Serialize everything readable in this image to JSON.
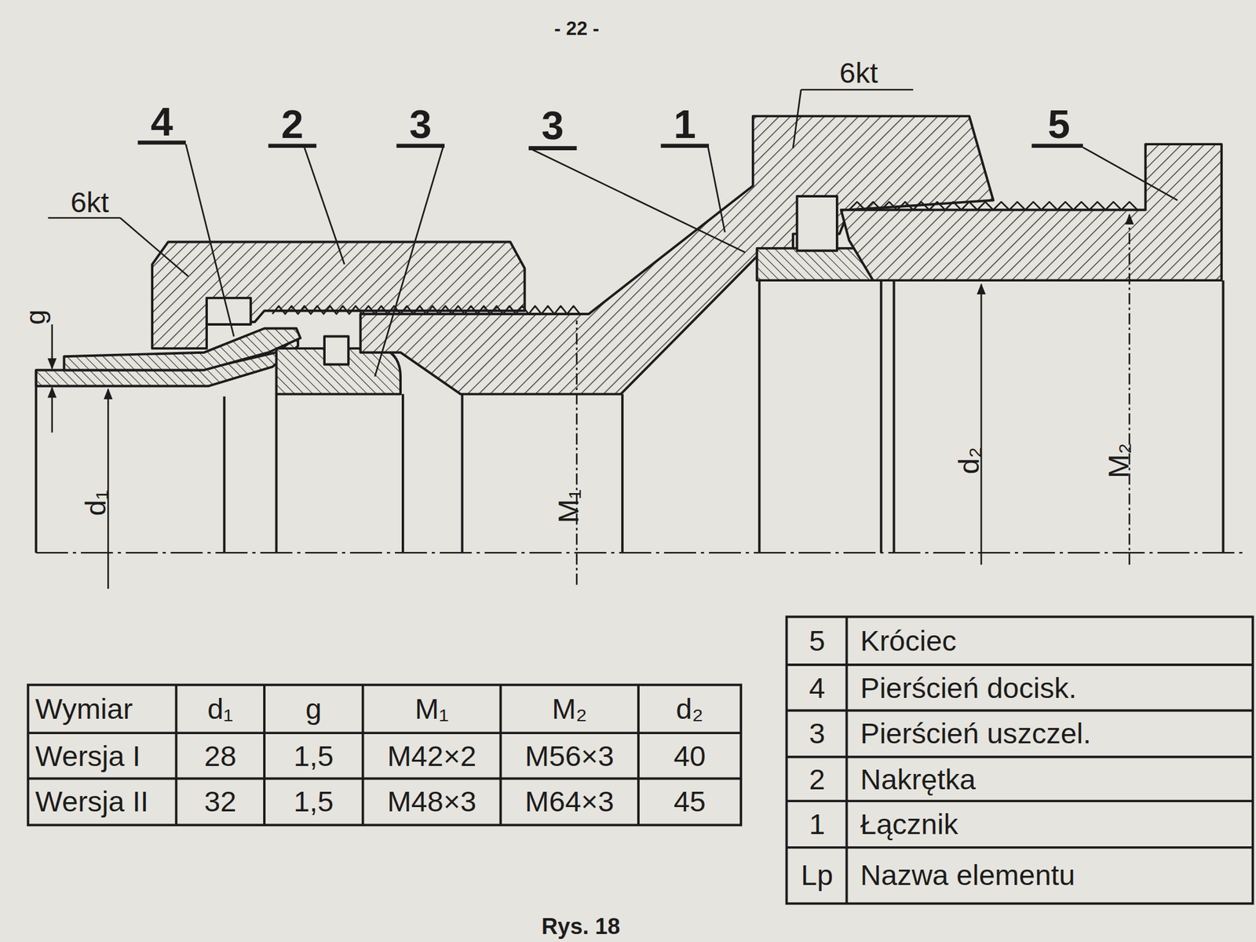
{
  "diagram": {
    "caption": "Rys. 18",
    "labels": [
      "- 22 -",
      "4",
      "2",
      "3",
      "3",
      "1",
      "6kt",
      "5",
      "6kt",
      "g",
      "d₁",
      "M₁",
      "d₂",
      "M₂",
      "5",
      "Króciec",
      "4",
      "Pierścień docisk.",
      "3",
      "Pierścień uszczel.",
      "2",
      "Nakrętka",
      "1",
      "Łącznik",
      "Lp",
      "Nazwa elementu",
      "Wymiar",
      "d₁",
      "g",
      "M₁",
      "M₂",
      "d₂",
      "Wersja I",
      "28",
      "1,5",
      "M42×2",
      "M56×3",
      "40",
      "Wersja II",
      "32",
      "1,5",
      "M48×3",
      "M64×3",
      "45"
    ]
  }
}
